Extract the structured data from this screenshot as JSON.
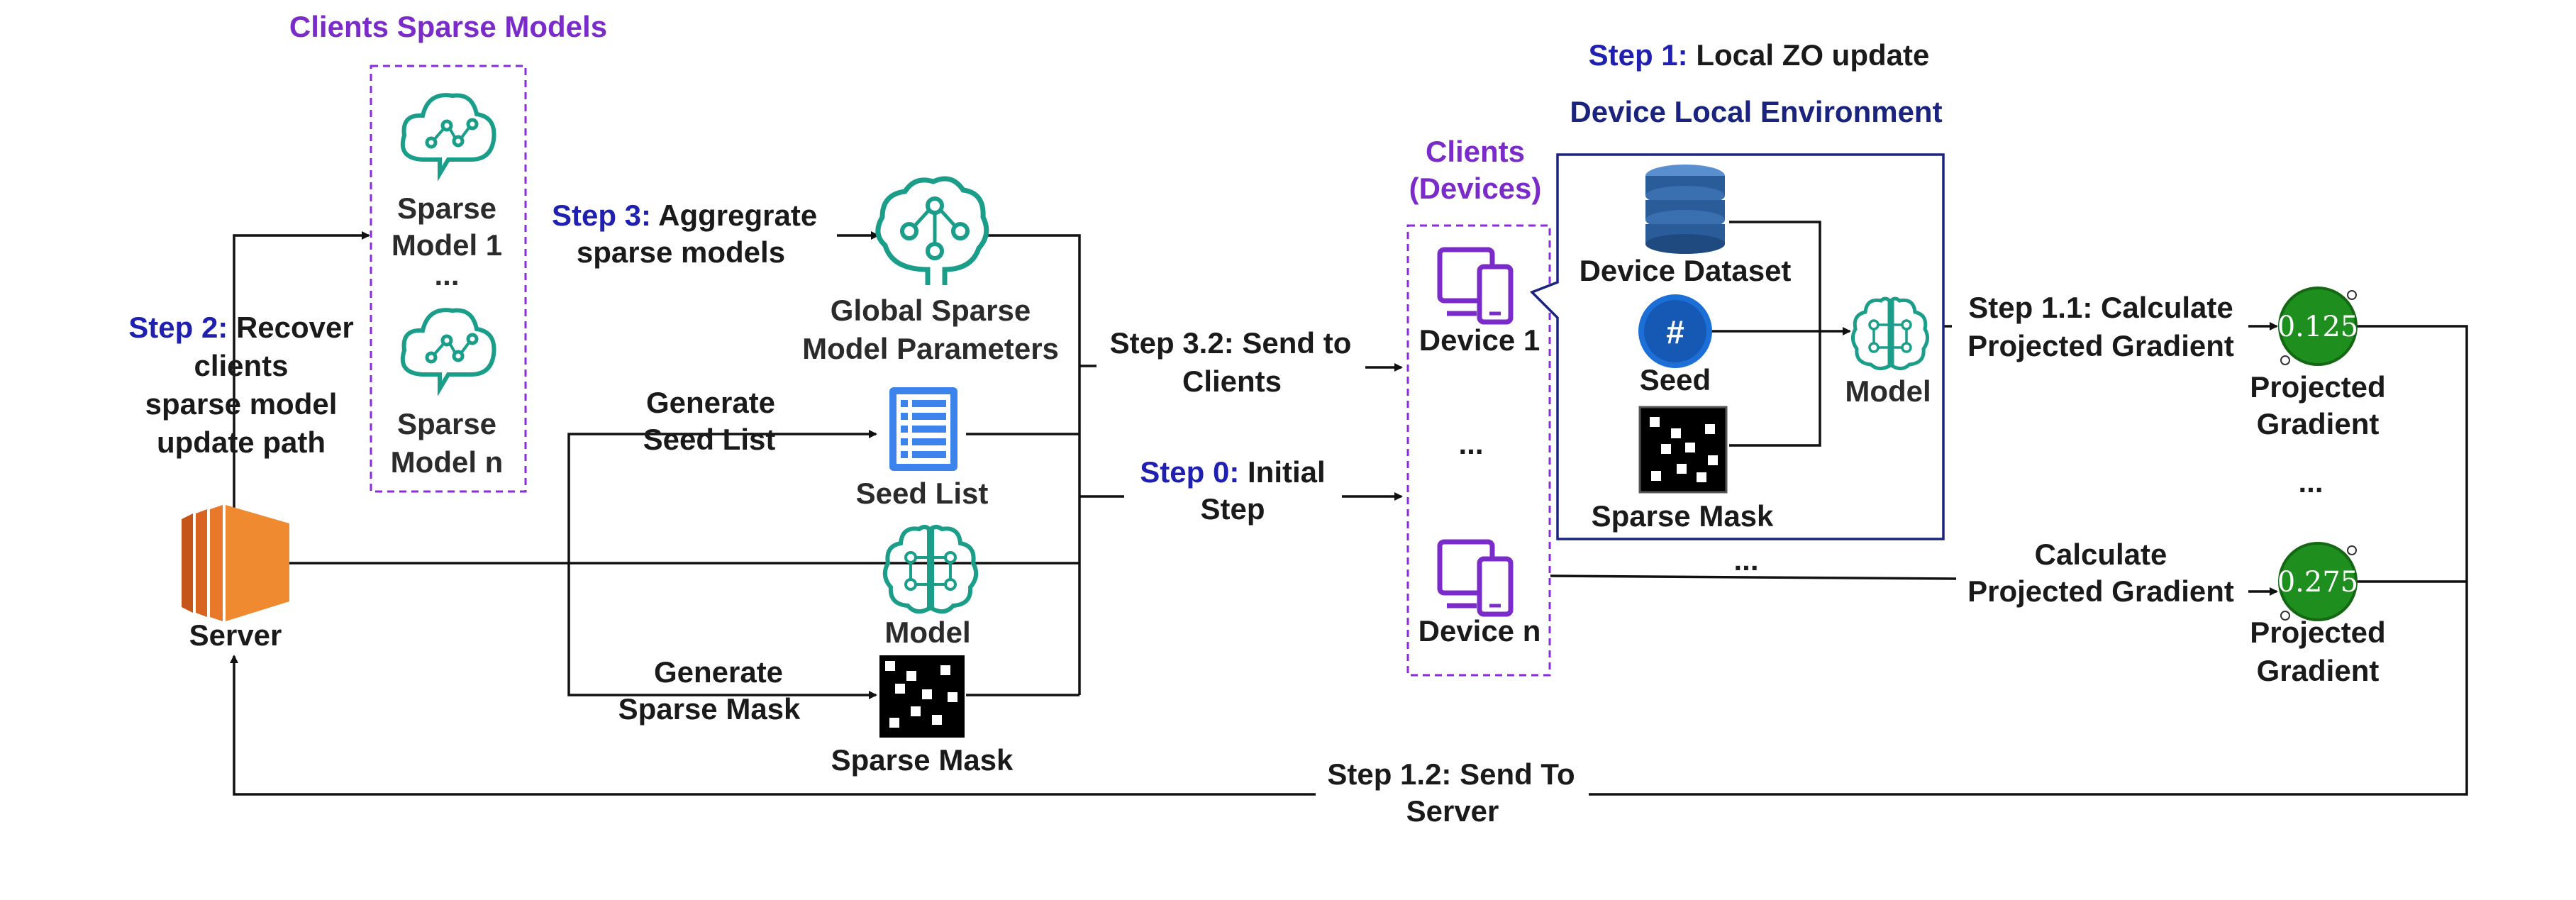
{
  "clients_sparse_models": {
    "title": "Clients Sparse Models",
    "model_1": [
      "Sparse",
      "Model 1"
    ],
    "ellipsis": "...",
    "model_n": [
      "Sparse",
      "Model n"
    ]
  },
  "step2": {
    "prefix": "Step 2:",
    "lines": [
      "Recover",
      "clients",
      "sparse model",
      "update path"
    ]
  },
  "server": {
    "label": "Server"
  },
  "step3": {
    "prefix": "Step 3:",
    "line1": "Aggregrate",
    "line2": "sparse models"
  },
  "global": {
    "lines": [
      "Global Sparse",
      "Model Parameters"
    ]
  },
  "seed_list": {
    "gen": [
      "Generate",
      "Seed List"
    ],
    "label": "Seed List"
  },
  "model_center": {
    "label": "Model"
  },
  "sparse_mask": {
    "gen": [
      "Generate",
      "Sparse Mask"
    ],
    "label": "Sparse Mask"
  },
  "step32": {
    "lines": [
      "Step 3.2: Send to",
      "Clients"
    ]
  },
  "step0": {
    "prefix": "Step 0:",
    "line1": "Initial",
    "line2": "Step"
  },
  "clients": {
    "title": [
      "Clients",
      "(Devices)"
    ],
    "device1": "Device 1",
    "ellipsis": "...",
    "devicen": "Device n"
  },
  "step1": {
    "prefix": "Step 1:",
    "text": "Local ZO update"
  },
  "device_env": {
    "title": "Device Local Environment",
    "dataset": "Device Dataset",
    "seed": "Seed",
    "seed_symbol": "#",
    "model": "Model",
    "mask": "Sparse Mask"
  },
  "step11": {
    "lines": [
      "Step 1.1: Calculate",
      "Projected Gradient"
    ]
  },
  "calc_n": {
    "lines": [
      "Calculate",
      "Projected Gradient"
    ]
  },
  "middle_ellipsis": "...",
  "gradient_1": {
    "value": "0.125",
    "label": [
      "Projected",
      "Gradient"
    ]
  },
  "gradient_ellipsis": "...",
  "gradient_n": {
    "value": "0.275",
    "label": [
      "Projected",
      "Gradient"
    ]
  },
  "step12": {
    "lines": [
      "Step 1.2: Send To",
      "Server"
    ]
  },
  "colors": {
    "step_blue": "#1f1fb0",
    "purple": "#7a2bc9",
    "teal": "#1a9e8a",
    "server_orange": "#e8792a",
    "gradient_green": "#1e8e1e",
    "env_border": "#1a237e",
    "seed_blue": "#1c6fd6",
    "list_blue": "#3d83ec"
  }
}
